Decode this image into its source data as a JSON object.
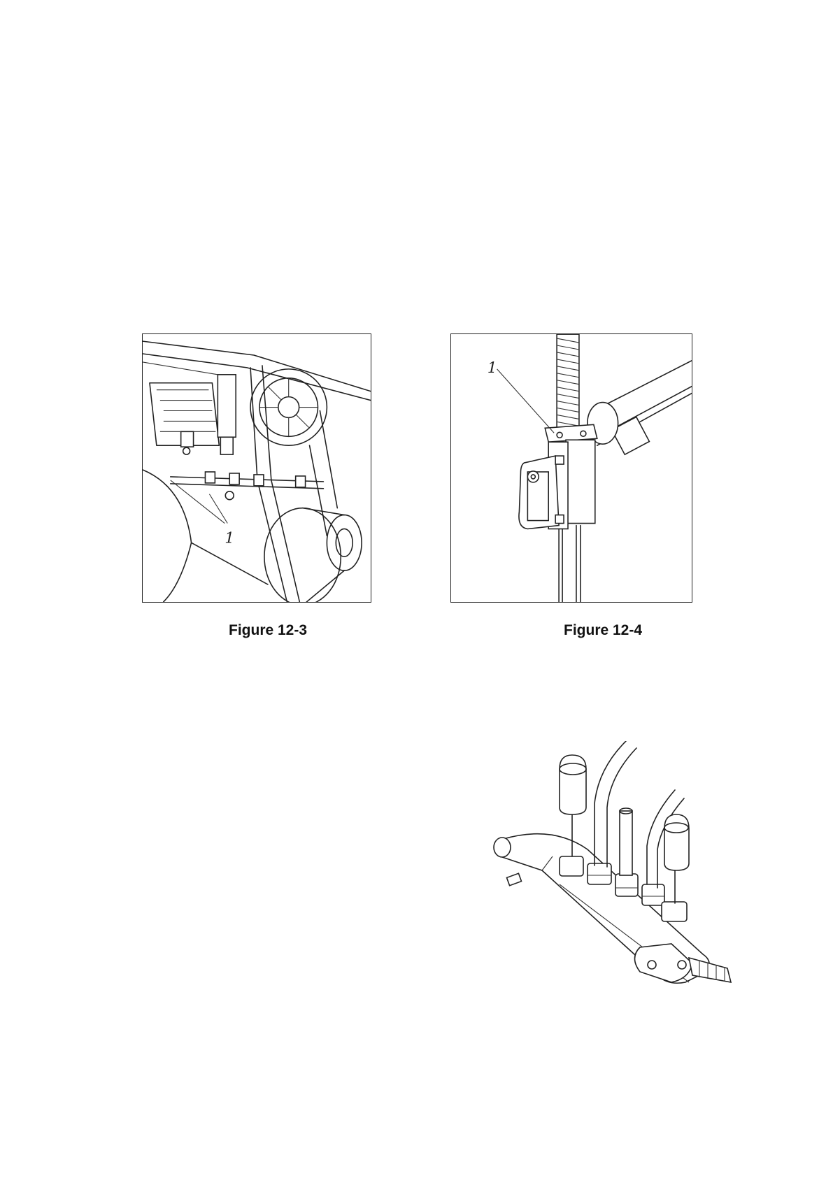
{
  "figures": [
    {
      "caption": "Figure 12-3",
      "callout": "1"
    },
    {
      "caption": "Figure 12-4",
      "callout": "1"
    },
    {
      "caption": ""
    }
  ]
}
